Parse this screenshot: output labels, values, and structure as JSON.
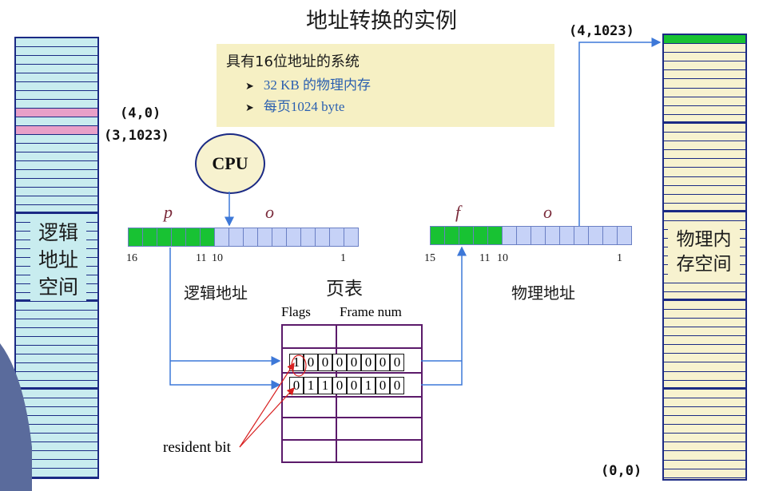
{
  "title": "地址转换的实例",
  "callout": {
    "heading": "具有16位地址的系统",
    "bullets": [
      "32 KB 的物理内存",
      "每页1024 byte"
    ]
  },
  "coords": {
    "logical_top": "(4,0)",
    "logical_bottom": "(3,1023)",
    "physical_top": "(4,1023)",
    "physical_bottom": "(0,0)"
  },
  "cpu_label": "CPU",
  "logical_reg": {
    "p_label": "p",
    "o_label": "o",
    "bit_16": "16",
    "bit_11": "11",
    "bit_10": "10",
    "bit_1": "1",
    "caption": "逻辑地址"
  },
  "physical_reg": {
    "f_label": "f",
    "o_label": "o",
    "bit_15": "15",
    "bit_11": "11",
    "bit_10": "10",
    "bit_1": "1",
    "caption": "物理地址"
  },
  "page_table": {
    "title": "页表",
    "col_flags": "Flags",
    "col_frame": "Frame num",
    "row1_bits": [
      "1",
      "0",
      "0",
      "0",
      "0",
      "0",
      "0",
      "0"
    ],
    "row2_bits": [
      "0",
      "1",
      "1",
      "0",
      "0",
      "1",
      "0",
      "0"
    ]
  },
  "resident_bit_label": "resident bit",
  "logical_space_label": [
    "逻辑",
    "地址",
    "空间"
  ],
  "physical_space_label": [
    "物理内",
    "存空间"
  ],
  "colors": {
    "logical_memory": "#c8ecef",
    "physical_memory": "#f7f2cf",
    "highlight_pink": "#e8a0c8",
    "highlight_green": "#18c233",
    "border_blue": "#1b2a84",
    "arrow_blue": "#3d78d8"
  }
}
